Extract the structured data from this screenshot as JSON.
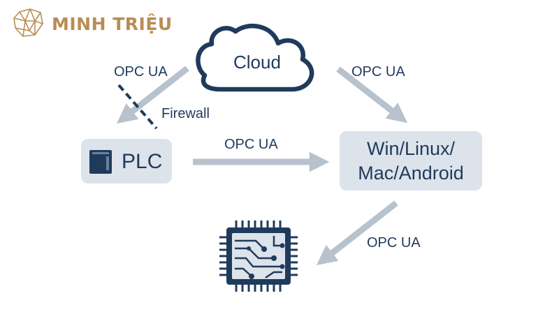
{
  "brand": {
    "name": "MINH TRIỆU",
    "logo_icon": "crystal-gem-icon"
  },
  "nodes": {
    "cloud": "Cloud",
    "plc": "PLC",
    "os_line1": "Win/Linux/",
    "os_line2": "Mac/Android",
    "chip_icon": "microchip-icon",
    "plc_icon": "plc-device-icon"
  },
  "edges": {
    "cloud_to_plc": "OPC UA",
    "firewall": "Firewall",
    "cloud_to_os": "OPC UA",
    "plc_to_os": "OPC UA",
    "os_to_chip": "OPC UA"
  },
  "colors": {
    "text": "#1f3b5c",
    "arrow": "#b8c2cd",
    "box": "#dde3ea",
    "brand": "#b98d55"
  }
}
